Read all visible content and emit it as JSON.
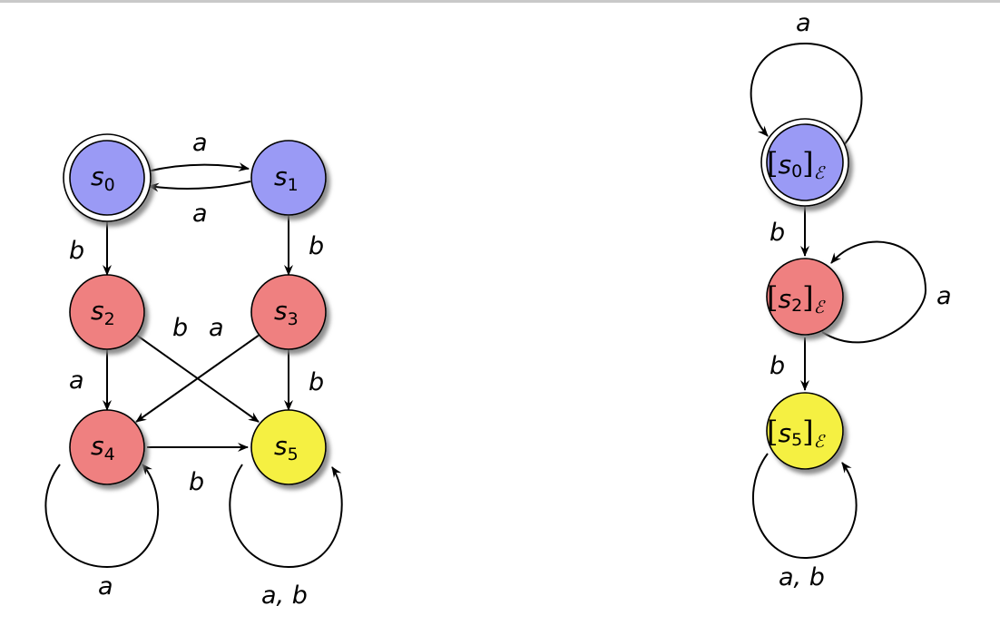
{
  "colors": {
    "initial": "#9a9af5",
    "intermediate": "#ef8080",
    "final": "#f5f042",
    "shadow": "#9a9a9a"
  },
  "left_automaton": {
    "states": [
      {
        "id": "s0",
        "name": "s",
        "index": "0",
        "color": "initial",
        "accepting": true
      },
      {
        "id": "s1",
        "name": "s",
        "index": "1",
        "color": "initial",
        "accepting": false
      },
      {
        "id": "s2",
        "name": "s",
        "index": "2",
        "color": "intermediate",
        "accepting": false
      },
      {
        "id": "s3",
        "name": "s",
        "index": "3",
        "color": "intermediate",
        "accepting": false
      },
      {
        "id": "s4",
        "name": "s",
        "index": "4",
        "color": "intermediate",
        "accepting": false
      },
      {
        "id": "s5",
        "name": "s",
        "index": "5",
        "color": "final",
        "accepting": false
      }
    ],
    "transitions": [
      {
        "id": "s0-s1",
        "label": "a"
      },
      {
        "id": "s1-s0",
        "label": "a"
      },
      {
        "id": "s0-s2",
        "label": "b"
      },
      {
        "id": "s1-s3",
        "label": "b"
      },
      {
        "id": "s2-s4",
        "label": "a"
      },
      {
        "id": "s2-s5",
        "label": "b"
      },
      {
        "id": "s3-s4",
        "label": "a"
      },
      {
        "id": "s3-s5",
        "label": "b"
      },
      {
        "id": "s4-s5",
        "label": "b"
      },
      {
        "id": "s4-s4",
        "label": "a"
      },
      {
        "id": "s5-s5",
        "label": "a, b"
      }
    ]
  },
  "right_automaton": {
    "states": [
      {
        "id": "q0",
        "name": "s",
        "index": "0",
        "subscript": "ℰ",
        "color": "initial",
        "accepting": true
      },
      {
        "id": "q2",
        "name": "s",
        "index": "2",
        "subscript": "ℰ",
        "color": "intermediate",
        "accepting": false
      },
      {
        "id": "q5",
        "name": "s",
        "index": "5",
        "subscript": "ℰ",
        "color": "final",
        "accepting": false
      }
    ],
    "transitions": [
      {
        "id": "q0-q0",
        "label": "a"
      },
      {
        "id": "q0-q2",
        "label": "b"
      },
      {
        "id": "q2-q2",
        "label": "a"
      },
      {
        "id": "q2-q5",
        "label": "b"
      },
      {
        "id": "q5-q5",
        "label": "a, b"
      }
    ]
  }
}
